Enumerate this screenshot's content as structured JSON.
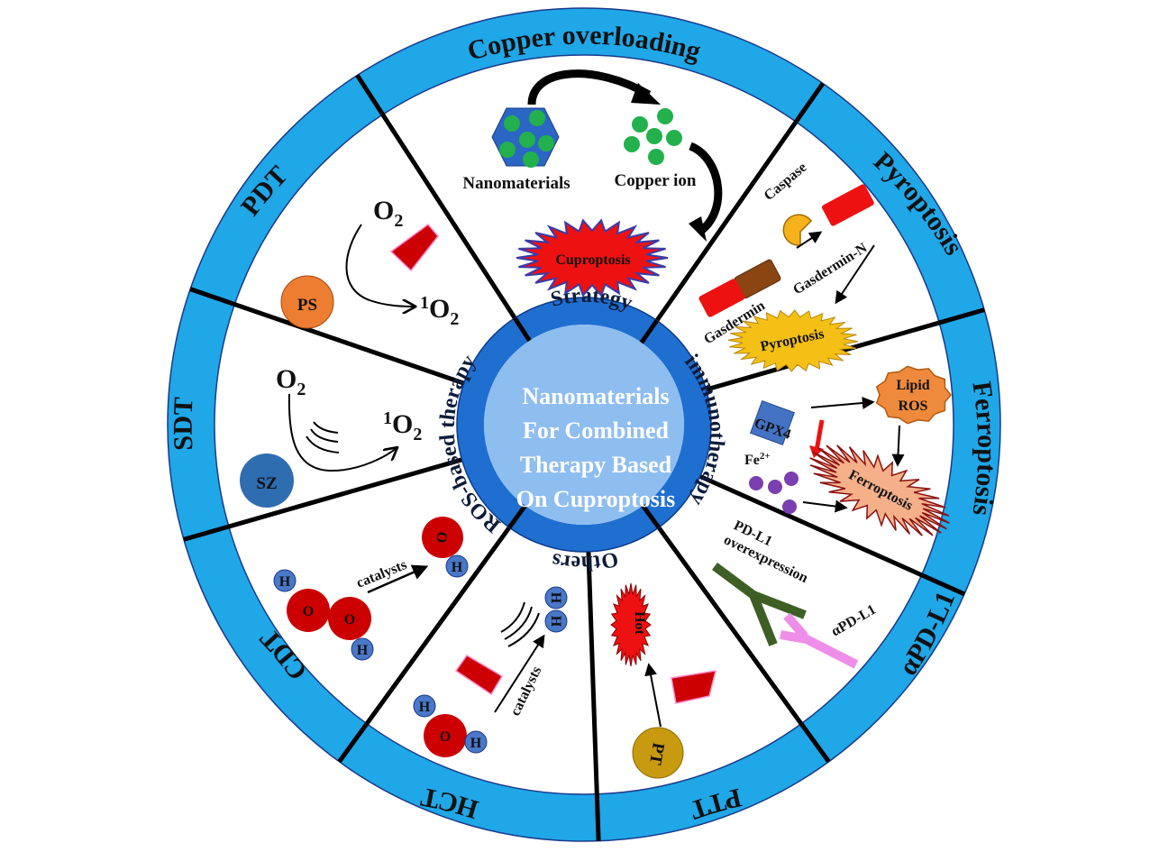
{
  "center": {
    "lines": [
      "Nanomaterials",
      "For Combined",
      "Therapy Based",
      "On Cuproptosis"
    ]
  },
  "inner_ring": {
    "labels": {
      "strategy": "Strategy",
      "ros": "ROS-based therapy",
      "immuno": "immunotherapy",
      "others": "Others"
    }
  },
  "outer_ring": {
    "segments": {
      "copper": "Copper overloading",
      "pyroptosis": "Pyroptosis",
      "ferroptosis": "Ferroptosis",
      "apdl1": "αPD-L1",
      "ptt": "PTT",
      "hct": "HCT",
      "cdt": "CDT",
      "sdt": "SDT",
      "pdt": "PDT"
    }
  },
  "copper_panel": {
    "nanomaterials": "Nanomaterials",
    "copper_ion": "Copper ion",
    "cuproptosis": "Cuproptosis"
  },
  "pyroptosis_panel": {
    "caspase": "Caspase",
    "gasdermin": "Gasdermin",
    "gasdermin_n": "Gasdermin-N",
    "pyroptosis": "Pyroptosis"
  },
  "ferroptosis_panel": {
    "gpx4": "GPX4",
    "lipid": "Lipid",
    "ros": "ROS",
    "fe": "Fe",
    "fe_charge": "2+",
    "ferroptosis": "Ferroptosis"
  },
  "apdl1_panel": {
    "pdl1": "PD-L1",
    "overexpression": "overexpression",
    "apdl1": "αPD-L1"
  },
  "ptt_panel": {
    "hot": "Hot",
    "pt": "PT"
  },
  "hct_panel": {
    "catalysts": "catalysts",
    "h": "H",
    "o": "O"
  },
  "cdt_panel": {
    "catalysts": "catalysts",
    "h": "H",
    "o": "O"
  },
  "sdt_panel": {
    "o2": "O",
    "sub2": "2",
    "singlet_sup": "1",
    "sz": "SZ"
  },
  "pdt_panel": {
    "o2": "O",
    "sub2": "2",
    "singlet_sup": "1",
    "ps": "PS"
  },
  "colors": {
    "outer_ring": "#1fa7e8",
    "inner_ring": "#1f6fd1",
    "center_disc": "#8ebdf0",
    "cuproptosis": "#ee1111",
    "pyroptosis": "#f5c016",
    "ferroptosis": "#f5b08a",
    "lipid_ros": "#ef8a3c",
    "gpx4": "#4472c4",
    "fe_ions": "#7b3fb0",
    "copper_ions": "#22b14c",
    "nanomaterial_hex": "#2b66c4",
    "oxygen": "#cc0000",
    "hydrogen": "#4a78c8",
    "ps": "#ed7d31",
    "sz": "#2e6db0",
    "pt": "#c89a10",
    "pdl1": "#3d5f25",
    "apdl1": "#ee8ee8"
  }
}
